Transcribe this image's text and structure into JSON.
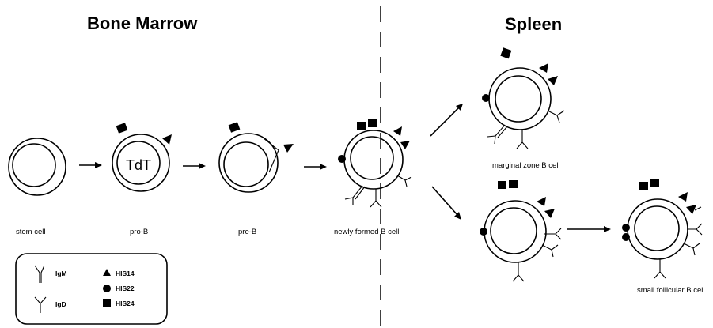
{
  "headers": {
    "bone_marrow": "Bone Marrow",
    "spleen": "Spleen"
  },
  "cells": {
    "stem": "stem cell",
    "pro_b": "pro-B",
    "pre_b": "pre-B",
    "newly_formed": "newly formed B cell",
    "marginal_zone": "marginal zone B cell",
    "small_follicular": "small follicular B cell"
  },
  "tdt_label": "TdT",
  "legend": {
    "igm": "IgM",
    "igd": "IgD",
    "his14": "HIS14",
    "his22": "HIS22",
    "his24": "HIS24"
  }
}
